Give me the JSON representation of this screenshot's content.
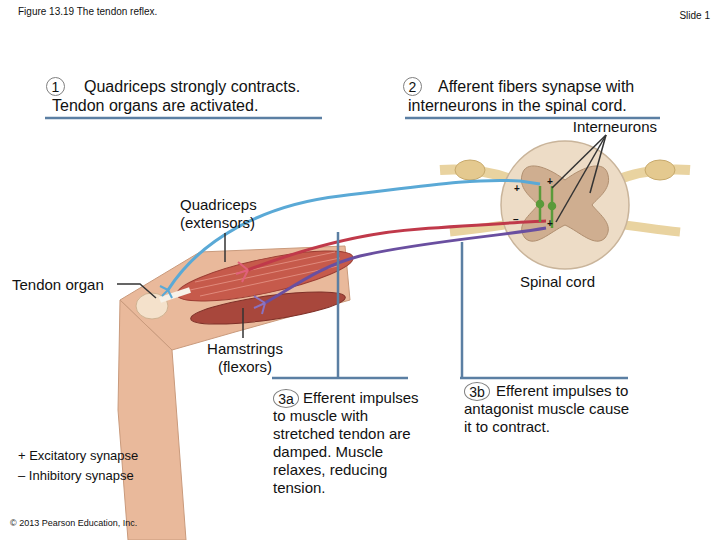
{
  "diagram": {
    "title": "Figure 13.19 The tendon reflex.",
    "nodes": [
      {
        "text": [
          "1"
        ]
      },
      {
        "text": [
          "2"
        ]
      },
      {
        "text": [
          "3a"
        ]
      },
      {
        "text": [
          "3b"
        ]
      }
    ],
    "labels": [
      "Slide 1",
      "Quadriceps strongly contracts. Tendon organs are activated.",
      "Afferent fibers synapse with interneurons in the spinal cord.",
      "Interneurons",
      "Quadriceps (extensors)",
      "Tendon organ",
      "Spinal cord",
      "Hamstrings (flexors)",
      "Efferent impulses to muscle with stretched tendon are damped. Muscle relaxes, reducing tension.",
      "Efferent impulses to antagonist muscle cause it to contract.",
      "+",
      "+",
      "–",
      "+",
      "© 2013 Pearson Education, Inc."
    ],
    "legend": [
      {
        "text": "+ Excitatory synapse"
      },
      {
        "text": "– Inhibitory synapse"
      }
    ]
  }
}
